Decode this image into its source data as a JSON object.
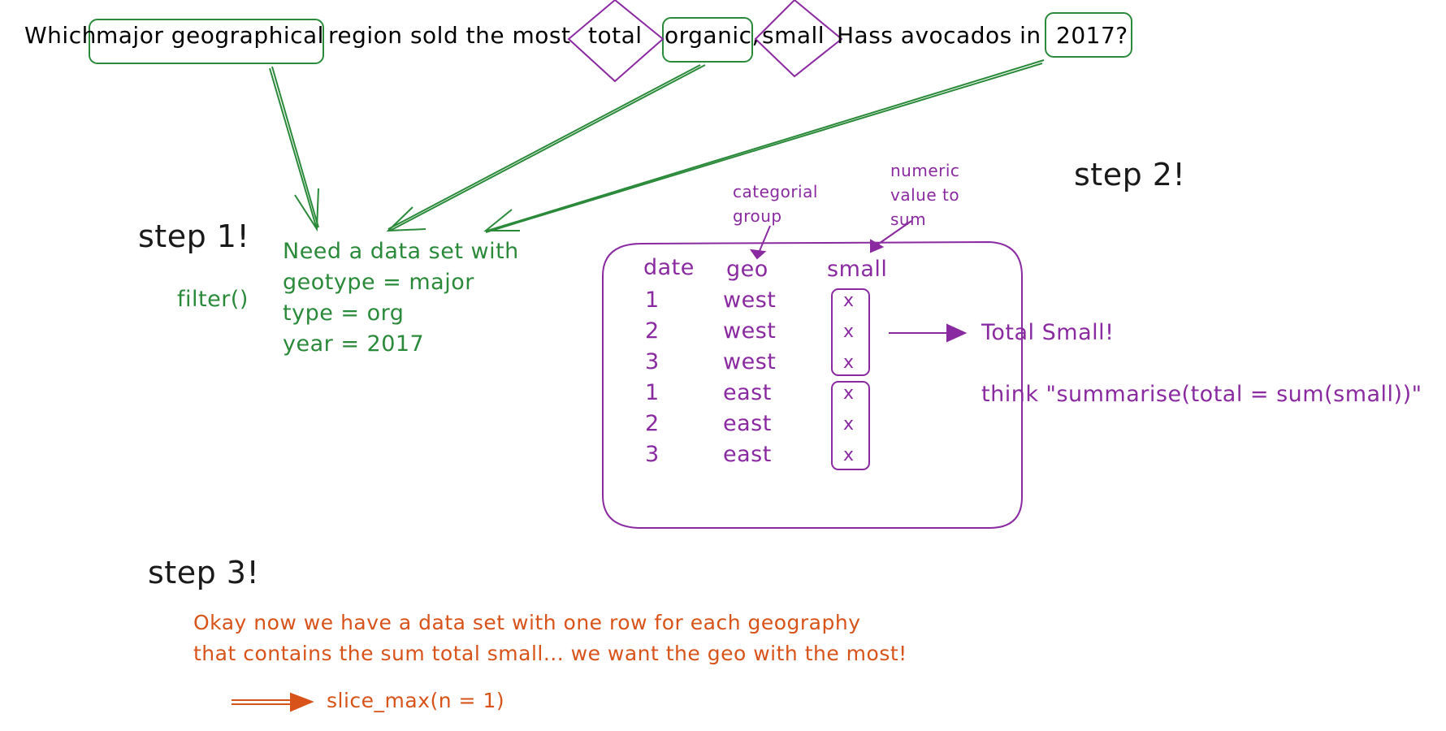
{
  "question": {
    "prefix": "Which",
    "highlight_region": "major geographical",
    "middle": "region sold the most",
    "total": "total",
    "highlight_organic": "organic,",
    "highlight_small": "small",
    "middle2": "Hass avocados in",
    "highlight_year": "2017?"
  },
  "step1": {
    "title": "step 1!",
    "function": "filter()",
    "lines": [
      "Need a data set with",
      "geotype = major",
      "type = org",
      "year = 2017"
    ]
  },
  "step2": {
    "title": "step 2!",
    "annotation_group": [
      "categorial",
      "group"
    ],
    "annotation_value": [
      "numeric",
      "value to",
      "sum"
    ],
    "headers": [
      "date",
      "geo",
      "small"
    ],
    "rows": [
      {
        "date": "1",
        "geo": "west",
        "small": "x"
      },
      {
        "date": "2",
        "geo": "west",
        "small": "x"
      },
      {
        "date": "3",
        "geo": "west",
        "small": "x"
      },
      {
        "date": "1",
        "geo": "east",
        "small": "x"
      },
      {
        "date": "2",
        "geo": "east",
        "small": "x"
      },
      {
        "date": "3",
        "geo": "east",
        "small": "x"
      }
    ],
    "result": "Total Small!",
    "hint": "think \"summarise(total = sum(small))\""
  },
  "step3": {
    "title": "step 3!",
    "lines": [
      "Okay now we have a data set with one row for each geography",
      "that contains the sum total small... we want the geo with the most!"
    ],
    "code": "slice_max(n = 1)"
  },
  "colors": {
    "green": "#2a8a3a",
    "purple": "#8a2aa0",
    "orange": "#d8531a",
    "ink": "#1a1a1a"
  }
}
